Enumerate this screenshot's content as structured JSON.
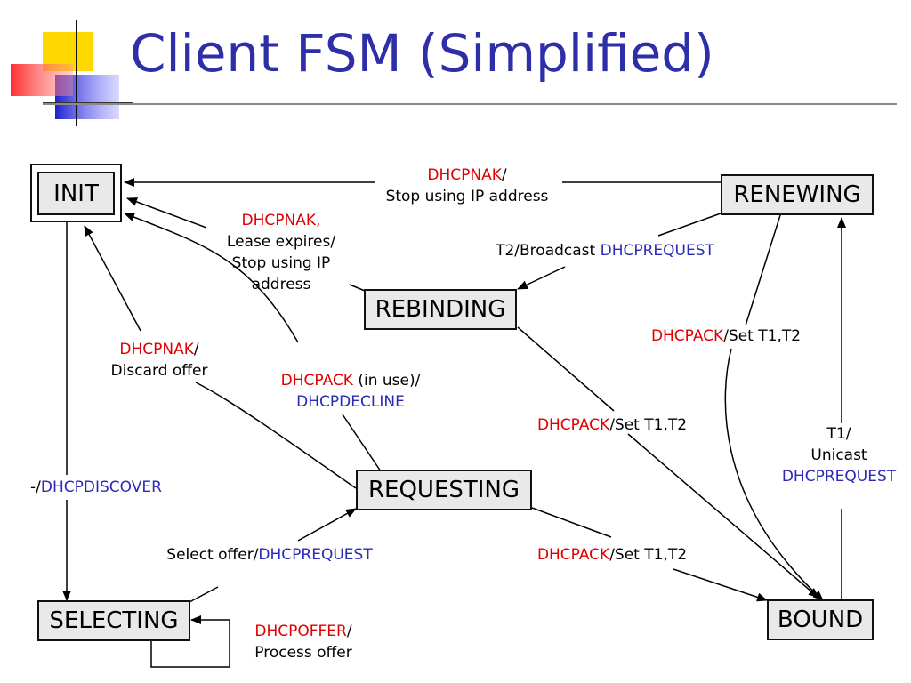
{
  "slide": {
    "title": "Client FSM (Simplified)"
  },
  "states": {
    "init": "INIT",
    "renewing": "RENEWING",
    "rebinding": "REBINDING",
    "requesting": "REQUESTING",
    "selecting": "SELECTING",
    "bound": "BOUND"
  },
  "labels": {
    "renewing_to_init": {
      "event": "DHCPNAK",
      "sep": "/",
      "action": "Stop using IP address"
    },
    "rebinding_to_init": {
      "event": "DHCPNAK,",
      "line2": "Lease expires/",
      "line3": "Stop using IP",
      "line4": "address"
    },
    "renewing_to_rebinding": {
      "text": "T2/Broadcast ",
      "msg": "DHCPREQUEST"
    },
    "requesting_to_init_nak": {
      "event": "DHCPNAK",
      "sep": "/",
      "action": "Discard offer"
    },
    "requesting_to_init_ack": {
      "event": "DHCPACK",
      "text": " (in use)/",
      "msg": "DHCPDECLINE"
    },
    "init_to_selecting": {
      "text": "-/",
      "msg": "DHCPDISCOVER"
    },
    "selecting_to_requesting": {
      "text": "Select offer/",
      "msg": "DHCPREQUEST"
    },
    "selecting_self": {
      "event": "DHCPOFFER",
      "sep": "/",
      "action": "Process offer"
    },
    "requesting_to_bound": {
      "event": "DHCPACK",
      "text": "/Set T1,T2"
    },
    "rebinding_to_bound": {
      "event": "DHCPACK",
      "text": "/Set T1,T2"
    },
    "renewing_to_bound": {
      "event": "DHCPACK",
      "text": "/Set T1,T2"
    },
    "bound_to_renewing": {
      "line1": "T1/",
      "line2": "Unicast",
      "msg": "DHCPREQUEST"
    }
  },
  "colors": {
    "title": "#2e2ea8",
    "event": "#e00000",
    "message": "#2a2ab8",
    "state_fill": "#e9e9e9"
  }
}
